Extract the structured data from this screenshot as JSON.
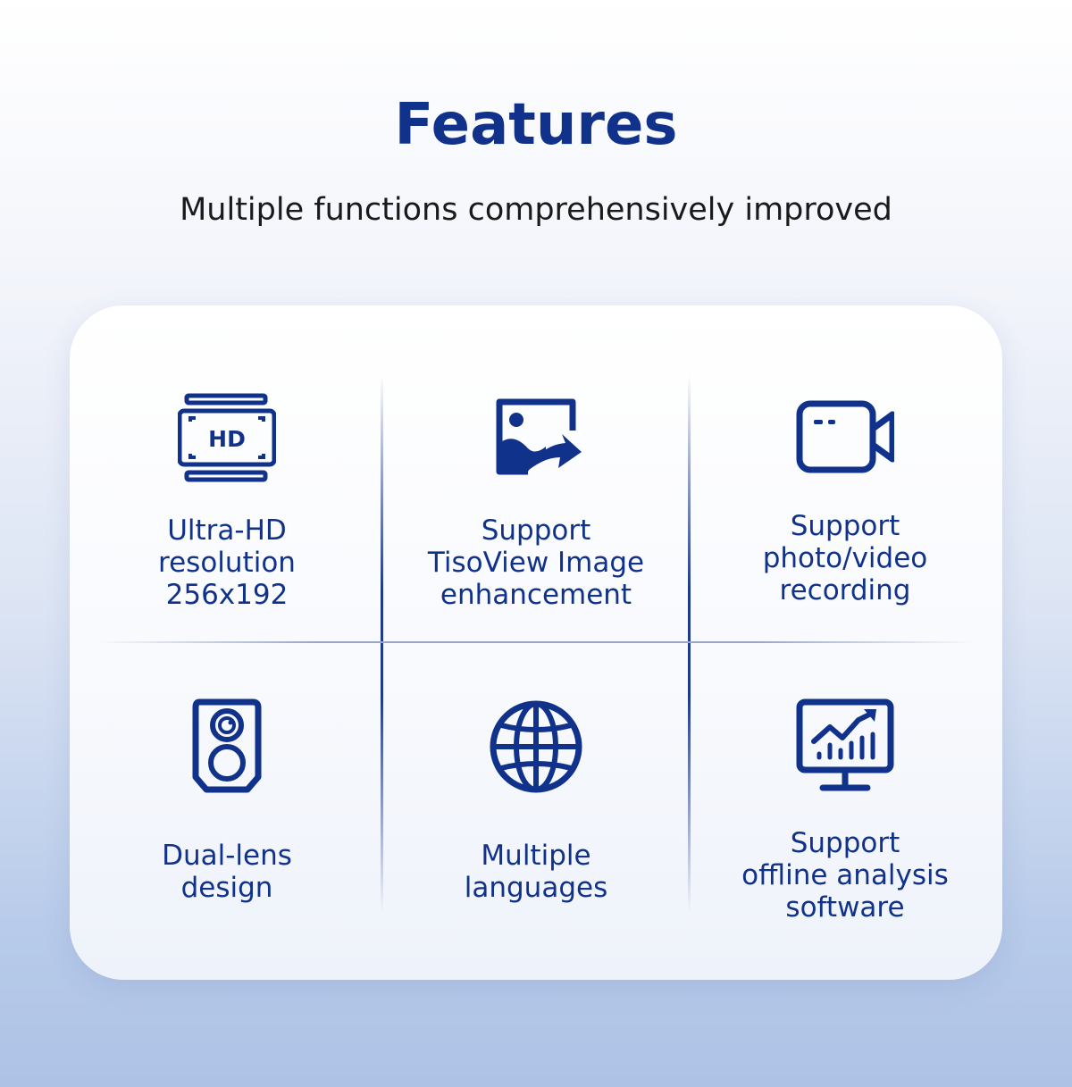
{
  "header": {
    "title": "Features",
    "subtitle": "Multiple functions comprehensively improved"
  },
  "features": [
    {
      "icon": "hd-icon",
      "lines": [
        "Ultra-HD",
        "resolution",
        "256x192"
      ],
      "badge": "HD"
    },
    {
      "icon": "image-enhancement-icon",
      "lines": [
        "Support",
        "TisoView Image",
        "enhancement"
      ]
    },
    {
      "icon": "video-camera-icon",
      "lines": [
        "Support",
        "photo/video",
        "recording"
      ]
    },
    {
      "icon": "dual-lens-icon",
      "lines": [
        "Dual-lens",
        "design"
      ]
    },
    {
      "icon": "globe-icon",
      "lines": [
        "Multiple",
        "languages"
      ]
    },
    {
      "icon": "analytics-monitor-icon",
      "lines": [
        "Support",
        "offline analysis",
        "software"
      ]
    }
  ],
  "colors": {
    "primary": "#11328b",
    "text": "#1a1a1a"
  }
}
